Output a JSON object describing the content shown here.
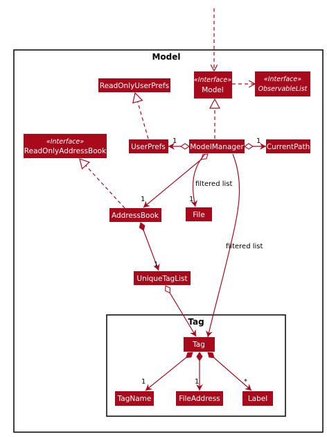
{
  "model_package": {
    "title": "Model"
  },
  "tag_package": {
    "title": "Tag"
  },
  "classes": {
    "read_only_user_prefs": {
      "label": "ReadOnlyUserPrefs"
    },
    "model": {
      "stereotype": "«Interface»",
      "label": "Model"
    },
    "observable_list": {
      "stereotype": "«Interface»",
      "label": "ObservableList"
    },
    "read_only_address_book": {
      "stereotype": "«Interface»",
      "label": "ReadOnlyAddressBook"
    },
    "user_prefs": {
      "label": "UserPrefs"
    },
    "model_manager": {
      "label": "ModelManager"
    },
    "current_path": {
      "label": "CurrentPath"
    },
    "address_book": {
      "label": "AddressBook"
    },
    "file": {
      "label": "File"
    },
    "unique_tag_list": {
      "label": "UniqueTagList"
    },
    "tag": {
      "label": "Tag"
    },
    "tag_name": {
      "label": "TagName"
    },
    "file_address": {
      "label": "FileAddress"
    },
    "label": {
      "label": "Label"
    }
  },
  "edges": {
    "filtered_list_file": "filtered list",
    "filtered_list_tag": "filtered list"
  },
  "multiplicities": {
    "user_prefs": "1",
    "current_path": "1",
    "address_book": "1",
    "file": "1",
    "unique_tag_list": "1",
    "tag_name": "1",
    "file_address": "1",
    "label": "*"
  },
  "colors": {
    "class_fill": "#a80a1c",
    "class_text": "#ffffff",
    "line": "#a80a1c"
  }
}
